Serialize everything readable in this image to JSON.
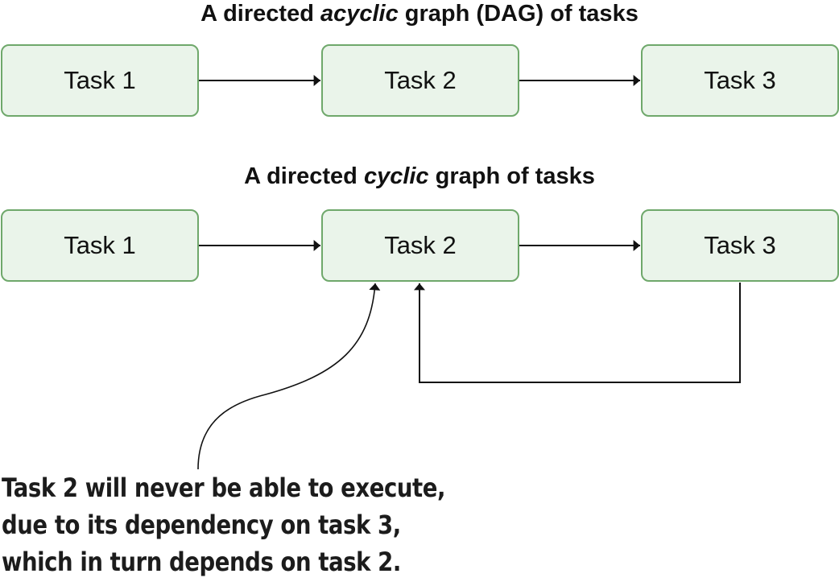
{
  "dag": {
    "title_before": "A directed ",
    "title_emphasis": "acyclic",
    "title_after": " graph (DAG) of tasks",
    "tasks": [
      "Task 1",
      "Task 2",
      "Task 3"
    ]
  },
  "cyclic": {
    "title_before": "A directed ",
    "title_emphasis": "cyclic",
    "title_after": " graph of tasks",
    "tasks": [
      "Task 1",
      "Task 2",
      "Task 3"
    ]
  },
  "callout": {
    "lines": [
      "Task 2 will never be able to execute,",
      "due to its dependency on task 3,",
      "which in turn depends on task 2."
    ]
  },
  "colors": {
    "box_fill": "#eaf4ea",
    "box_border": "#6fa86b",
    "arrow": "#111111"
  }
}
